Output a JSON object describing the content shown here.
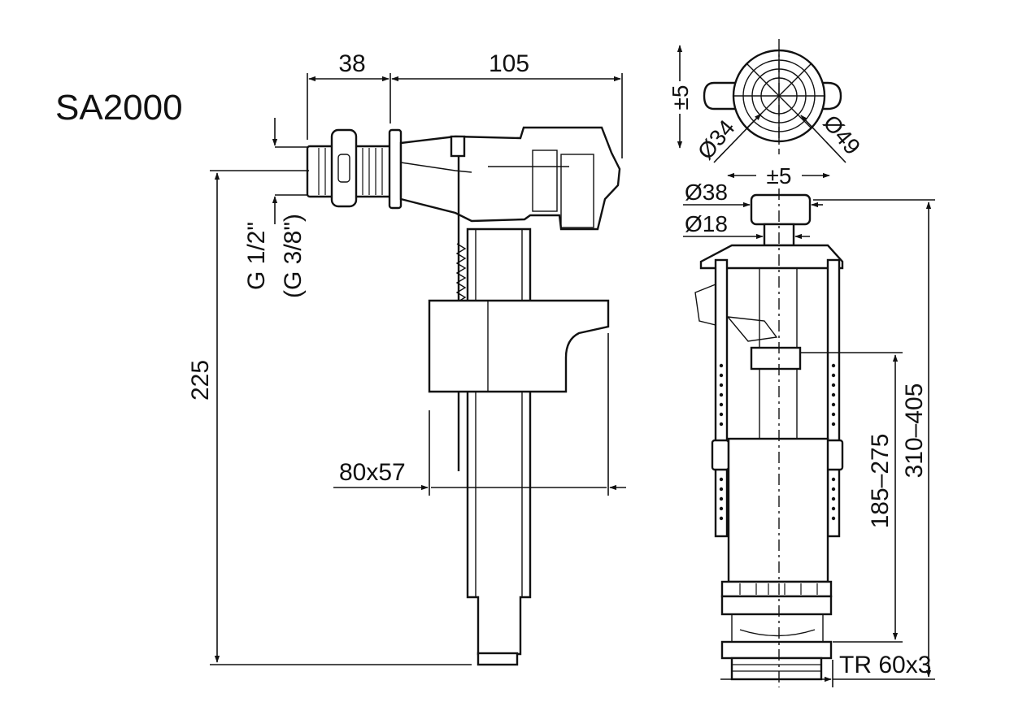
{
  "model": "SA2000",
  "left_view": {
    "dim_38": "38",
    "dim_105": "105",
    "dim_225": "225",
    "thread_main": "G 1/2\"",
    "thread_alt": "(G 3/8\")",
    "float_size": "80x57"
  },
  "right_view": {
    "dim_pm5_top": "±5",
    "dim_d34": "Ø34",
    "dim_d49": "Ø49",
    "dim_pm5_side": "±5",
    "dim_d38": "Ø38",
    "dim_d18": "Ø18",
    "dim_185_275": "185–275",
    "dim_310_405": "310–405",
    "thread_tr": "TR 60x3"
  }
}
